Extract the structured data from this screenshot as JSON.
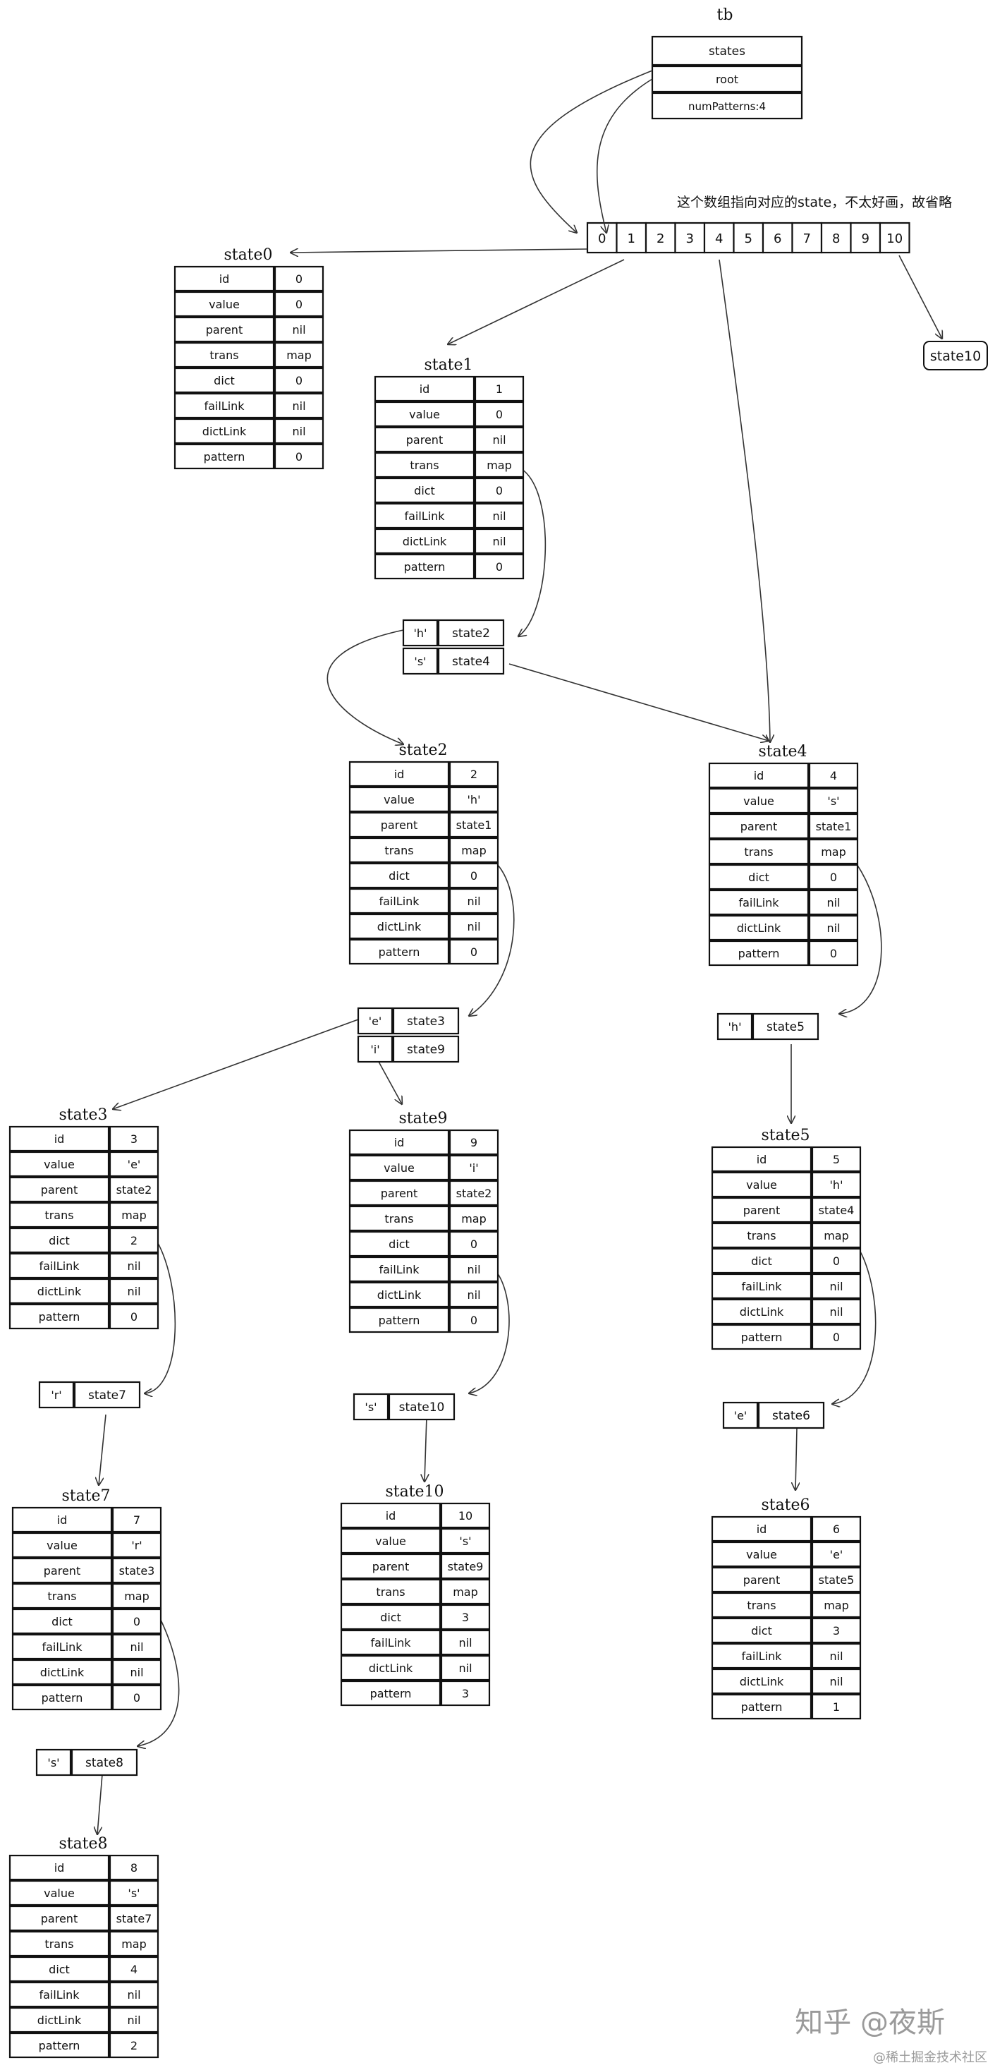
{
  "tb": {
    "title": "tb",
    "fields": [
      "states",
      "root",
      "numPatterns:4"
    ]
  },
  "note": "这个数组指向对应的state，不太好画，故省略",
  "array": [
    "0",
    "1",
    "2",
    "3",
    "4",
    "5",
    "6",
    "7",
    "8",
    "9",
    "10"
  ],
  "state10_ref": "state10",
  "states": [
    {
      "name": "state0",
      "rows": [
        [
          "id",
          "0"
        ],
        [
          "value",
          "0"
        ],
        [
          "parent",
          "nil"
        ],
        [
          "trans",
          "map"
        ],
        [
          "dict",
          "0"
        ],
        [
          "failLink",
          "nil"
        ],
        [
          "dictLink",
          "nil"
        ],
        [
          "pattern",
          "0"
        ]
      ]
    },
    {
      "name": "state1",
      "rows": [
        [
          "id",
          "1"
        ],
        [
          "value",
          "0"
        ],
        [
          "parent",
          "nil"
        ],
        [
          "trans",
          "map"
        ],
        [
          "dict",
          "0"
        ],
        [
          "failLink",
          "nil"
        ],
        [
          "dictLink",
          "nil"
        ],
        [
          "pattern",
          "0"
        ]
      ]
    },
    {
      "name": "state2",
      "rows": [
        [
          "id",
          "2"
        ],
        [
          "value",
          "'h'"
        ],
        [
          "parent",
          "state1"
        ],
        [
          "trans",
          "map"
        ],
        [
          "dict",
          "0"
        ],
        [
          "failLink",
          "nil"
        ],
        [
          "dictLink",
          "nil"
        ],
        [
          "pattern",
          "0"
        ]
      ]
    },
    {
      "name": "state4",
      "rows": [
        [
          "id",
          "4"
        ],
        [
          "value",
          "'s'"
        ],
        [
          "parent",
          "state1"
        ],
        [
          "trans",
          "map"
        ],
        [
          "dict",
          "0"
        ],
        [
          "failLink",
          "nil"
        ],
        [
          "dictLink",
          "nil"
        ],
        [
          "pattern",
          "0"
        ]
      ]
    },
    {
      "name": "state3",
      "rows": [
        [
          "id",
          "3"
        ],
        [
          "value",
          "'e'"
        ],
        [
          "parent",
          "state2"
        ],
        [
          "trans",
          "map"
        ],
        [
          "dict",
          "2"
        ],
        [
          "failLink",
          "nil"
        ],
        [
          "dictLink",
          "nil"
        ],
        [
          "pattern",
          "0"
        ]
      ]
    },
    {
      "name": "state9",
      "rows": [
        [
          "id",
          "9"
        ],
        [
          "value",
          "'i'"
        ],
        [
          "parent",
          "state2"
        ],
        [
          "trans",
          "map"
        ],
        [
          "dict",
          "0"
        ],
        [
          "failLink",
          "nil"
        ],
        [
          "dictLink",
          "nil"
        ],
        [
          "pattern",
          "0"
        ]
      ]
    },
    {
      "name": "state5",
      "rows": [
        [
          "id",
          "5"
        ],
        [
          "value",
          "'h'"
        ],
        [
          "parent",
          "state4"
        ],
        [
          "trans",
          "map"
        ],
        [
          "dict",
          "0"
        ],
        [
          "failLink",
          "nil"
        ],
        [
          "dictLink",
          "nil"
        ],
        [
          "pattern",
          "0"
        ]
      ]
    },
    {
      "name": "state7",
      "rows": [
        [
          "id",
          "7"
        ],
        [
          "value",
          "'r'"
        ],
        [
          "parent",
          "state3"
        ],
        [
          "trans",
          "map"
        ],
        [
          "dict",
          "0"
        ],
        [
          "failLink",
          "nil"
        ],
        [
          "dictLink",
          "nil"
        ],
        [
          "pattern",
          "0"
        ]
      ]
    },
    {
      "name": "state10",
      "rows": [
        [
          "id",
          "10"
        ],
        [
          "value",
          "'s'"
        ],
        [
          "parent",
          "state9"
        ],
        [
          "trans",
          "map"
        ],
        [
          "dict",
          "3"
        ],
        [
          "failLink",
          "nil"
        ],
        [
          "dictLink",
          "nil"
        ],
        [
          "pattern",
          "3"
        ]
      ]
    },
    {
      "name": "state6",
      "rows": [
        [
          "id",
          "6"
        ],
        [
          "value",
          "'e'"
        ],
        [
          "parent",
          "state5"
        ],
        [
          "trans",
          "map"
        ],
        [
          "dict",
          "3"
        ],
        [
          "failLink",
          "nil"
        ],
        [
          "dictLink",
          "nil"
        ],
        [
          "pattern",
          "1"
        ]
      ]
    },
    {
      "name": "state8",
      "rows": [
        [
          "id",
          "8"
        ],
        [
          "value",
          "'s'"
        ],
        [
          "parent",
          "state7"
        ],
        [
          "trans",
          "map"
        ],
        [
          "dict",
          "4"
        ],
        [
          "failLink",
          "nil"
        ],
        [
          "dictLink",
          "nil"
        ],
        [
          "pattern",
          "2"
        ]
      ]
    }
  ],
  "maps": [
    {
      "id": "map-state1",
      "rows": [
        [
          "'h'",
          "state2"
        ],
        [
          "'s'",
          "state4"
        ]
      ]
    },
    {
      "id": "map-state2",
      "rows": [
        [
          "'e'",
          "state3"
        ],
        [
          "'i'",
          "state9"
        ]
      ]
    },
    {
      "id": "map-state4",
      "rows": [
        [
          "'h'",
          "state5"
        ]
      ]
    },
    {
      "id": "map-state3",
      "rows": [
        [
          "'r'",
          "state7"
        ]
      ]
    },
    {
      "id": "map-state9",
      "rows": [
        [
          "'s'",
          "state10"
        ]
      ]
    },
    {
      "id": "map-state5",
      "rows": [
        [
          "'e'",
          "state6"
        ]
      ]
    },
    {
      "id": "map-state7",
      "rows": [
        [
          "'s'",
          "state8"
        ]
      ]
    }
  ],
  "watermark": {
    "main": "知乎 @夜斯",
    "sub": "@稀土掘金技术社区"
  }
}
